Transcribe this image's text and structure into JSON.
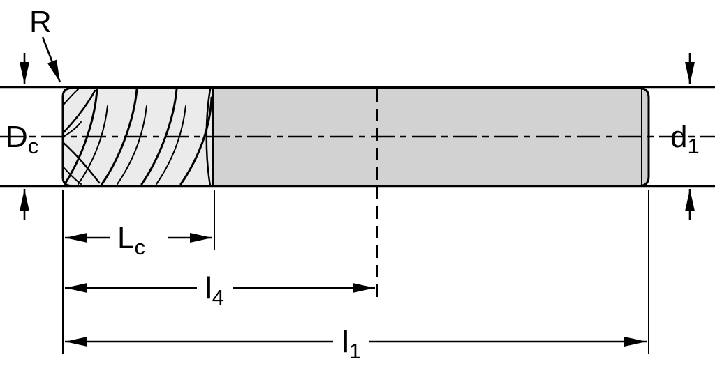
{
  "diagram": {
    "title": "End mill dimension drawing",
    "labels": {
      "corner_radius": "R",
      "cutting_diameter": {
        "main": "D",
        "sub": "c"
      },
      "shank_diameter": {
        "main": "d",
        "sub": "1"
      },
      "cutting_length": {
        "main": "L",
        "sub": "c"
      },
      "length_l4": {
        "main": "l",
        "sub": "4"
      },
      "overall_length": {
        "main": "l",
        "sub": "1"
      }
    },
    "colors": {
      "background": "#ffffff",
      "line": "#000000",
      "shank_fill": "#d2d2d2",
      "flute_fill": "#ebebeb"
    }
  }
}
